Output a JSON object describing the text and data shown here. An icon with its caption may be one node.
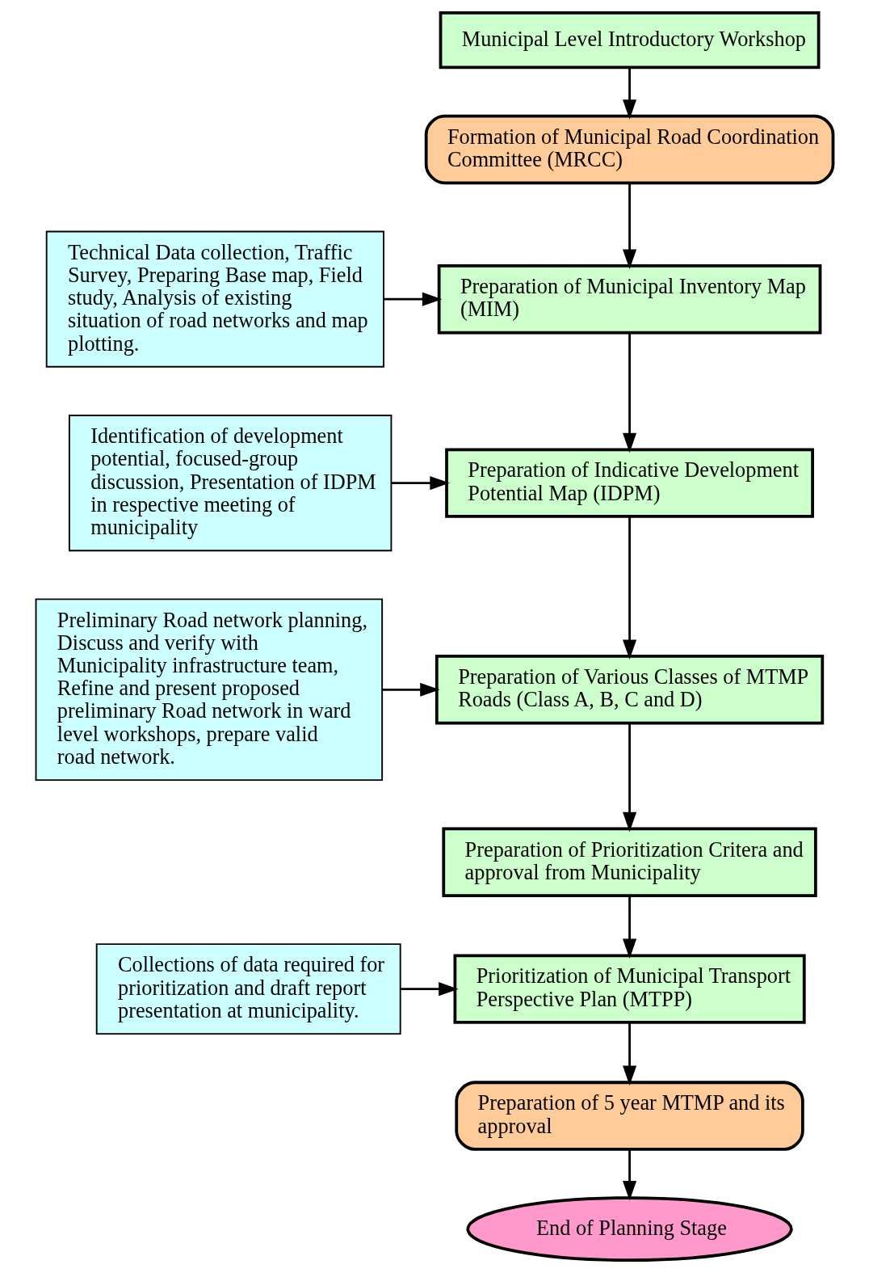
{
  "diagram": {
    "nodes": [
      {
        "text": [
          "Municipal Level Introductory Workshop"
        ]
      },
      {
        "text": [
          "Formation of Municipal Road Coordination Committee (MRCC)"
        ]
      },
      {
        "text": [
          "Technical Data collection, Traffic Survey, Preparing Base map, Field study, Analysis of existing situation of road networks and map plotting."
        ]
      },
      {
        "text": [
          "Preparation of Municipal Inventory Map (MIM)"
        ]
      },
      {
        "text": [
          "Identification of development potential, focused-group discussion, Presentation of IDPM in respective meeting of municipality"
        ]
      },
      {
        "text": [
          "Preparation of Indicative Development Potential Map (IDPM)"
        ]
      },
      {
        "text": [
          "Preparation of Various Classes of MTMP Roads (Class A, B, C and D)"
        ]
      },
      {
        "text": [
          "Preliminary Road network planning, Discuss and verify with Municipality infrastructure team, Refine and present proposed preliminary Road network in ward level workshops, prepare valid road network."
        ]
      },
      {
        "text": [
          "Preparation of Prioritization Critera and approval from Municipality"
        ]
      },
      {
        "text": [
          "Prioritization of Municipal Transport Perspective Plan (MTPP)"
        ]
      },
      {
        "text": [
          "Collections of data required for prioritization and draft report presentation at municipality."
        ]
      },
      {
        "text": [
          "Preparation of 5 year MTMP and its approval"
        ]
      },
      {
        "text": [
          "End of Planning Stage"
        ]
      }
    ],
    "edges": [
      {
        "from": 0,
        "to": 1,
        "arrow": "to"
      },
      {
        "from": 1,
        "to": 3,
        "arrow": "to"
      },
      {
        "from": 2,
        "to": 3,
        "arrow": "to"
      },
      {
        "from": 3,
        "to": 5,
        "arrow": "to"
      },
      {
        "from": 4,
        "to": 5,
        "arrow": "to"
      },
      {
        "from": 5,
        "to": 6,
        "arrow": "to"
      },
      {
        "from": 7,
        "to": 6,
        "arrow": "to"
      },
      {
        "from": 6,
        "to": 8,
        "arrow": "to"
      },
      {
        "from": 8,
        "to": 9,
        "arrow": "to"
      },
      {
        "from": 10,
        "to": 9,
        "arrow": "to"
      },
      {
        "from": 9,
        "to": 11,
        "arrow": "to"
      },
      {
        "from": 11,
        "to": 12,
        "arrow": "to"
      }
    ]
  }
}
